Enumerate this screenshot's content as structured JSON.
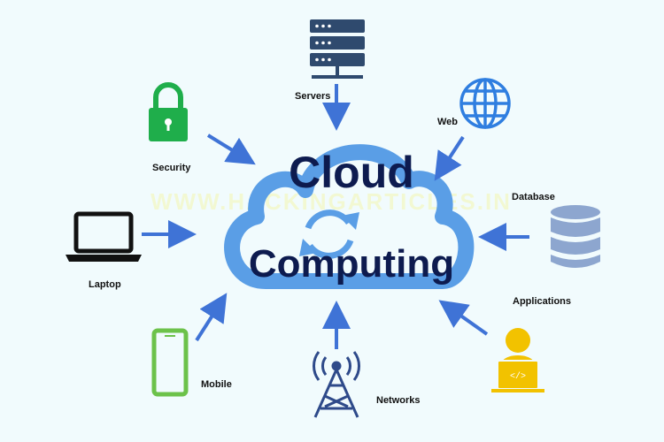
{
  "title_line1": "Cloud",
  "title_line2": "Computing",
  "watermark": "WWW.HACKINGARTICLES.IN",
  "nodes": {
    "servers": "Servers",
    "web": "Web",
    "security": "Security",
    "database": "Database",
    "laptop": "Laptop",
    "applications": "Applications",
    "mobile": "Mobile",
    "networks": "Networks"
  },
  "colors": {
    "background": "#f1fbfd",
    "cloud": "#5a9ee6",
    "arrow": "#3f73d6",
    "title": "#0d1b4f",
    "security": "#1fae4b",
    "mobile": "#6cc24a",
    "applications": "#f2c200",
    "database": "#8da6cf",
    "servers": "#2f4a6e"
  }
}
